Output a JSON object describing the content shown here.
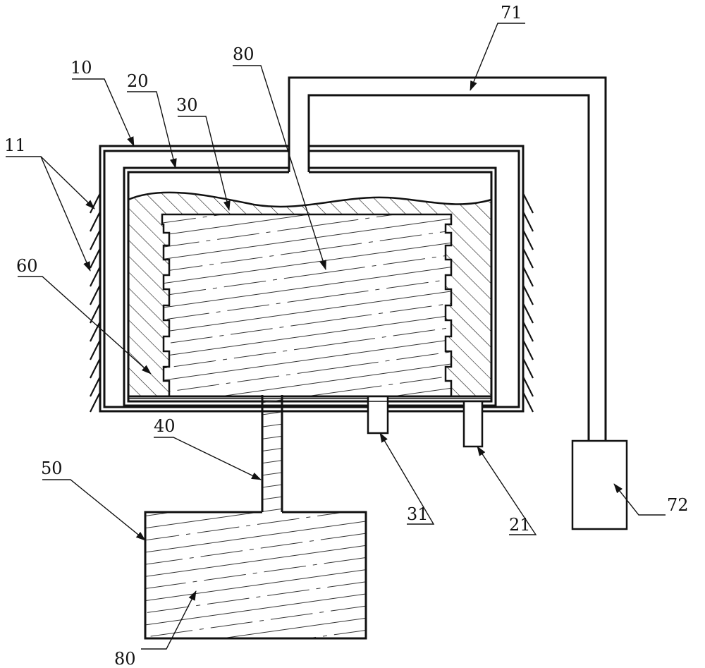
{
  "labels": {
    "outer_housing": "10",
    "heaters": "11",
    "inner_vessel": "20",
    "inner_vessel_port": "21",
    "mold": "30",
    "mold_port": "31",
    "feed_pipe": "40",
    "reservoir": "50",
    "filler": "60",
    "vacuum_pipe": "71",
    "vacuum_pump": "72",
    "liquid_in_mold": "80",
    "liquid_in_reservoir": "80"
  }
}
